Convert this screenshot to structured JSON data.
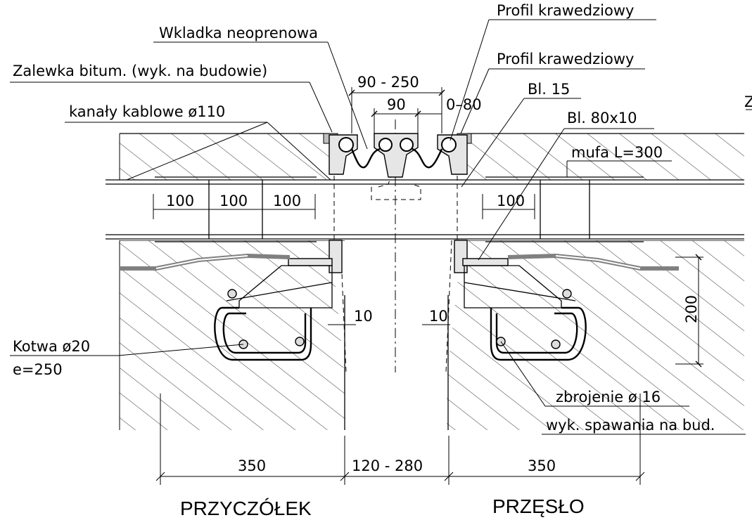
{
  "labels": {
    "profil1": "Profil krawedziowy",
    "wkladka": "Wkladka neoprenowa",
    "profil2": "Profil krawedziowy",
    "zalewka": "Zalewka bitum. (wyk. na budowie)",
    "dim_90_250": "90  -  250",
    "bl15": "Bl. 15",
    "kanaly": "kanały kablowe ø110",
    "dim_90": "90",
    "dim_0_80": "0–80",
    "bl80": "Bl. 80x10",
    "cut_z": "Z",
    "mufa": "mufa L=300",
    "d100a": "100",
    "d100b": "100",
    "d100c": "100",
    "d100d": "100",
    "dim_10_left": "10",
    "dim_10_right": "10",
    "dim_200": "200",
    "kotwa": "Kotwa   ø20",
    "e250": "e=250",
    "zbrojenie": "zbrojenie ø 16",
    "spawanie": "wyk. spawania na bud.",
    "dim_350_left": "350",
    "dim_120_280": "120  -  280",
    "dim_350_right": "350"
  },
  "titles": {
    "left": "PRZYCZÓŁEK",
    "right": "PRZĘSŁO"
  }
}
